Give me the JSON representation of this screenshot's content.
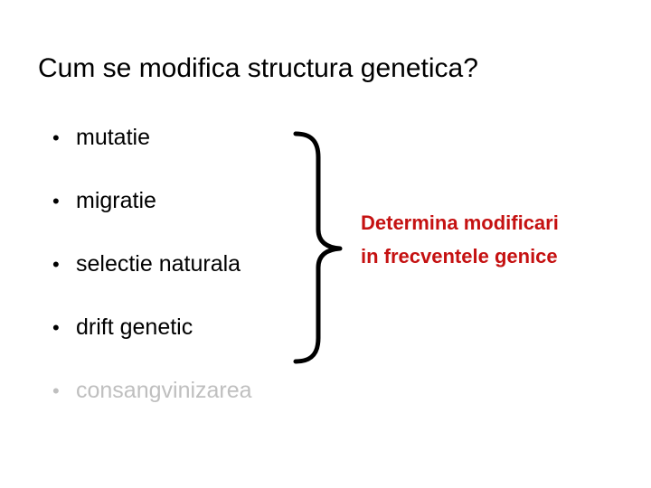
{
  "slide": {
    "title": "Cum se modifica structura genetica?",
    "bullets": [
      {
        "marker": "•",
        "label": "mutatie",
        "state": "normal"
      },
      {
        "marker": "•",
        "label": "migratie",
        "state": "normal"
      },
      {
        "marker": "•",
        "label": "selectie naturala",
        "state": "normal"
      },
      {
        "marker": "•",
        "label": "drift genetic",
        "state": "normal"
      },
      {
        "marker": "•",
        "label": "consangvinizarea",
        "state": "dimmed"
      }
    ],
    "brace": {
      "icon": "curly-brace-right",
      "color": "#000000"
    },
    "callout": {
      "line1": "Determina modificari",
      "line2": "in frecventele genice",
      "color": "#c51111"
    },
    "colors": {
      "background": "#ffffff",
      "text": "#000000",
      "dimmed_text": "#bfbfbf",
      "accent_red": "#c51111"
    }
  }
}
